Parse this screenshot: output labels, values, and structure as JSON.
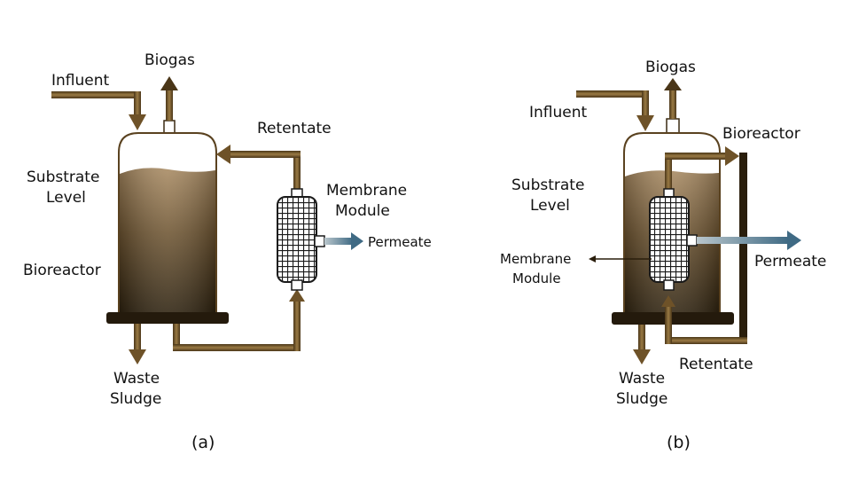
{
  "colors": {
    "pipe": "#7a5c2e",
    "pipe_dark": "#3a2a12",
    "pipe_light": "#b08a4a",
    "liquid_top": "#a88a62",
    "liquid_bottom": "#2e220f",
    "base": "#241a0c",
    "tank_outline": "#5a4220",
    "membrane": "#1a1a1a",
    "permeate": "#4a6f85",
    "text": "#111111"
  },
  "diagrams": {
    "a": {
      "caption": "(a)",
      "labels": {
        "influent": "Influent",
        "biogas": "Biogas",
        "retentate": "Retentate",
        "substrate_level_line1": "Substrate",
        "substrate_level_line2": "Level",
        "membrane_module_line1": "Membrane",
        "membrane_module_line2": "Module",
        "permeate": "Permeate",
        "bioreactor": "Bioreactor",
        "waste_sludge_line1": "Waste",
        "waste_sludge_line2": "Sludge"
      },
      "configuration": "side-stream (external membrane module)"
    },
    "b": {
      "caption": "(b)",
      "labels": {
        "influent": "Influent",
        "biogas": "Biogas",
        "bioreactor": "Bioreactor",
        "substrate_level_line1": "Substrate",
        "substrate_level_line2": "Level",
        "membrane_module_line1": "Membrane",
        "membrane_module_line2": "Module",
        "permeate": "Permeate",
        "retentate": "Retentate",
        "waste_sludge_line1": "Waste",
        "waste_sludge_line2": "Sludge"
      },
      "configuration": "submerged (internal membrane module)"
    }
  }
}
